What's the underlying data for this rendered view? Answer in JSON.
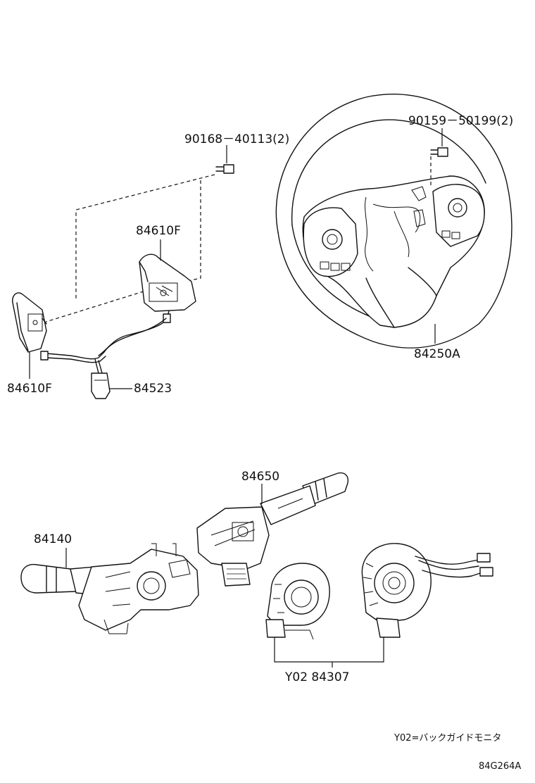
{
  "labels": {
    "bolt_left": "90168－40113(2)",
    "bolt_right": "90159－50199(2)",
    "paddle_right": "84610F",
    "paddle_left": "84610F",
    "wire": "84523",
    "wheel_pad": "84250A",
    "switch_upper": "84650",
    "switch_lower": "84140",
    "spiral_cable": "Y02 84307"
  },
  "footnote": "Y02=バックガイドモニタ",
  "diagram_code": "84G264A"
}
